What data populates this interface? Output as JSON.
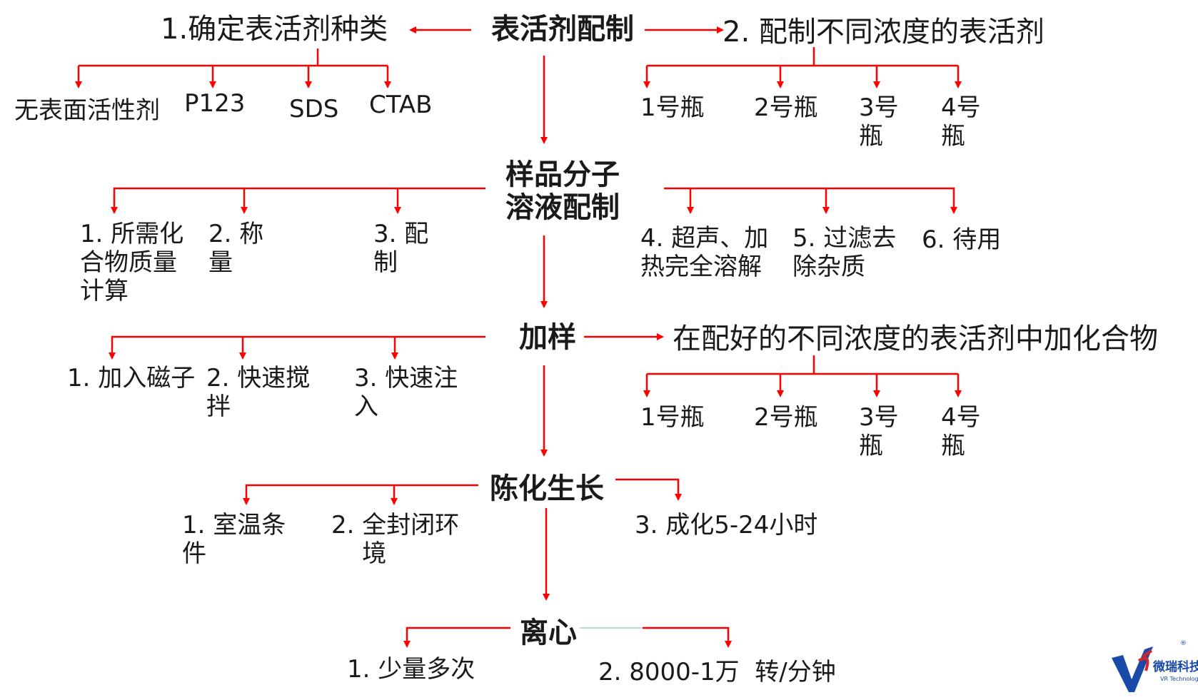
{
  "colors": {
    "arrow": "#ff0000",
    "text": "#1a1a1a",
    "logo_blue": "#1a4aa8",
    "logo_red": "#d8232a"
  },
  "steps": {
    "prep": "表活剂配制",
    "sample": "样品分子\n溶液配制",
    "add": "加样",
    "aging": "陈化生长",
    "centrifuge": "离心"
  },
  "prep": {
    "left_title": "1.确定表活剂种类",
    "types": [
      "无表面活性剂",
      "P123",
      "SDS",
      "CTAB"
    ],
    "right_title": "2. 配制不同浓度的表活剂",
    "bottles": [
      "1号瓶",
      "2号瓶",
      "3号\n瓶",
      "4号\n瓶"
    ]
  },
  "sample": {
    "left": [
      "1. 所需化\n合物质量\n计算",
      "2. 称\n量",
      "3. 配\n制"
    ],
    "right": [
      "4. 超声、加\n热完全溶解",
      "5. 过滤去\n除杂质",
      "6. 待用"
    ]
  },
  "add": {
    "left": [
      "1. 加入磁子",
      "2. 快速搅\n拌",
      "3. 快速注\n入"
    ],
    "right_title": "在配好的不同浓度的表活剂中加化合物",
    "bottles": [
      "1号瓶",
      "2号瓶",
      "3号\n瓶",
      "4号\n瓶"
    ]
  },
  "aging": {
    "left": [
      "1. 室温条\n件",
      "2. 全封闭环\n    境"
    ],
    "right": "3. 成化5-24小时"
  },
  "centrifuge": {
    "left": "1. 少量多次",
    "right": "2. 8000-1万  转/分钟"
  },
  "logo": {
    "name": "微瑞科技",
    "sub": "VR Technology",
    "mark": "®"
  }
}
